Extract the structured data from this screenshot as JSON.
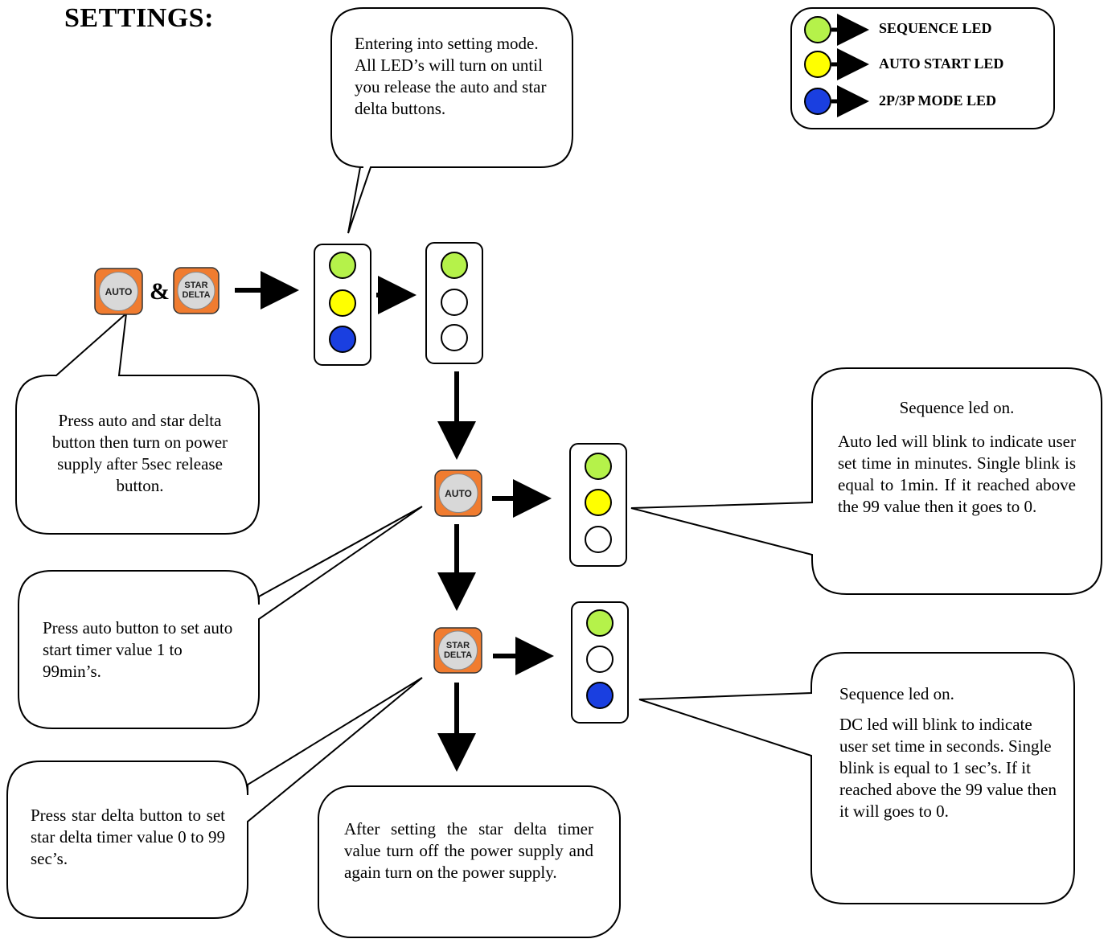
{
  "title": "SETTINGS:",
  "colors": {
    "sequence_led": "#b5f24a",
    "auto_start_led": "#ffff00",
    "mode_led": "#1a3fe0",
    "led_off": "#ffffff",
    "button_orange": "#f07c30",
    "button_face": "#d8d8d8"
  },
  "legend": {
    "sequence": "SEQUENCE LED",
    "auto_start": "AUTO START LED",
    "mode": "2P/3P MODE LED"
  },
  "buttons": {
    "auto": "AUTO",
    "star_line1": "STAR",
    "star_line2": "DELTA",
    "ampersand": "&"
  },
  "led_states": {
    "entering": [
      "on",
      "on",
      "on"
    ],
    "setting_mode": [
      "on",
      "off",
      "off"
    ],
    "auto_timer": [
      "on",
      "on",
      "off"
    ],
    "star_delta_timer": [
      "on",
      "off",
      "on"
    ]
  },
  "callouts": {
    "entering": "Entering into setting mode. All LED’s will turn on until you release the auto and star delta buttons.",
    "press_both": "Press auto and star delta button then turn on power supply after 5sec release button.",
    "auto_seq_title": "Sequence led on.",
    "auto_seq_body": "Auto led will blink to indicate user set time in minutes. Single blink is equal to 1min. If it reached above the 99 value then it goes to 0.",
    "press_auto": "Press auto button to set auto start timer value 1 to 99min’s.",
    "star_seq_title": "Sequence led on.",
    "star_seq_body": "DC led will blink to indicate user set time in seconds. Single blink is equal to 1 sec’s. If it reached above the 99 value then it will goes to 0.",
    "press_star": "Press star delta button to set star delta timer value 0 to 99 sec’s.",
    "after_setting": "After setting the star delta timer value turn off the power supply and again turn on the power supply."
  }
}
